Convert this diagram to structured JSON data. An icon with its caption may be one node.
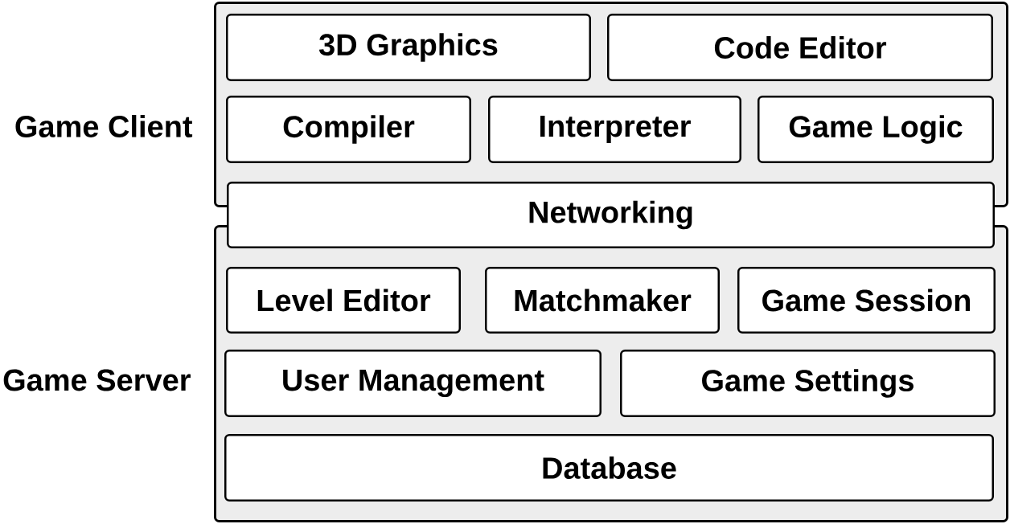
{
  "diagram": {
    "nodes": [
      {
        "text": [
          "Game Client"
        ]
      },
      {
        "text": [
          "3D Graphics"
        ],
        "in": 0
      },
      {
        "text": [
          "Code Editor"
        ],
        "in": 0
      },
      {
        "text": [
          "Compiler"
        ],
        "in": 0
      },
      {
        "text": [
          "Interpreter"
        ],
        "in": 0
      },
      {
        "text": [
          "Game Logic"
        ],
        "in": 0
      },
      {
        "text": [
          "Networking"
        ]
      },
      {
        "text": [
          "Game Server"
        ]
      },
      {
        "text": [
          "Level Editor"
        ],
        "in": 7
      },
      {
        "text": [
          "Matchmaker"
        ],
        "in": 7
      },
      {
        "text": [
          "Game Session"
        ],
        "in": 7
      },
      {
        "text": [
          "User Management"
        ],
        "in": 7
      },
      {
        "text": [
          "Game Settings"
        ],
        "in": 7
      },
      {
        "text": [
          "Database"
        ],
        "in": 7
      }
    ]
  }
}
